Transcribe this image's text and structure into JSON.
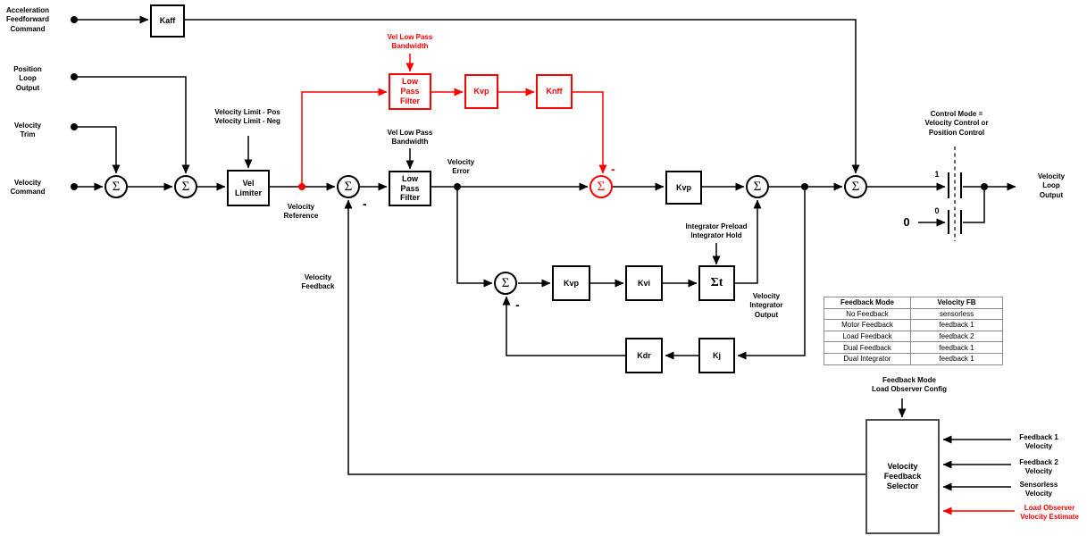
{
  "symbols": {
    "sigma": "Σ",
    "sigma_t": "Σt",
    "minus": "-"
  },
  "colors": {
    "accent_red": "#ff0000",
    "line_black": "#000000",
    "table_border": "#8c8c8c"
  },
  "blocks": {
    "kaff": "Kaff",
    "vel_limiter": "Vel\nLimiter",
    "low_pass_filter_red": "Low\nPass\nFilter",
    "kvp_red": "Kvp",
    "knff": "Knff",
    "low_pass_filter": "Low\nPass\nFilter",
    "kvp_main": "Kvp",
    "kvp_integrator": "Kvp",
    "kvi": "Kvi",
    "kdr": "Kdr",
    "kj": "Kj",
    "velocity_feedback_selector": "Velocity\nFeedback\nSelector"
  },
  "labels": {
    "accel_ff_command": "Acceleration\nFeedforward\nCommand",
    "position_loop_output": "Position\nLoop\nOutput",
    "velocity_trim": "Velocity\nTrim",
    "velocity_command": "Velocity\nCommand",
    "velocity_limits": "Velocity Limit - Pos\nVelocity Limit - Neg",
    "vel_low_pass_bw_red": "Vel Low Pass\nBandwidth",
    "vel_low_pass_bw": "Vel Low Pass\nBandwidth",
    "velocity_reference": "Velocity\nReference",
    "velocity_error": "Velocity\nError",
    "velocity_feedback": "Velocity\nFeedback",
    "integrator_preload": "Integrator Preload\nIntegrator Hold",
    "velocity_integrator_output": "Velocity\nIntegrator\nOutput",
    "control_mode": "Control Mode =\nVelocity Control or\nPosition Control",
    "velocity_loop_output": "Velocity\nLoop\nOutput",
    "feedback_mode_config": "Feedback Mode\nLoad Observer Config",
    "feedback1_velocity": "Feedback 1\nVelocity",
    "feedback2_velocity": "Feedback 2\nVelocity",
    "sensorless_velocity": "Sensorless\nVelocity",
    "load_observer_estimate": "Load Observer\nVelocity Estimate",
    "switch_pos_1": "1",
    "switch_pos_0": "0",
    "constant_zero": "0"
  },
  "table": {
    "headers": [
      "Feedback Mode",
      "Velocity FB"
    ],
    "rows": [
      [
        "No Feedback",
        "sensorless"
      ],
      [
        "Motor Feedback",
        "feedback 1"
      ],
      [
        "Load Feedback",
        "feedback 2"
      ],
      [
        "Dual Feedback",
        "feedback 1"
      ],
      [
        "Dual Integrator",
        "feedback 1"
      ]
    ]
  }
}
